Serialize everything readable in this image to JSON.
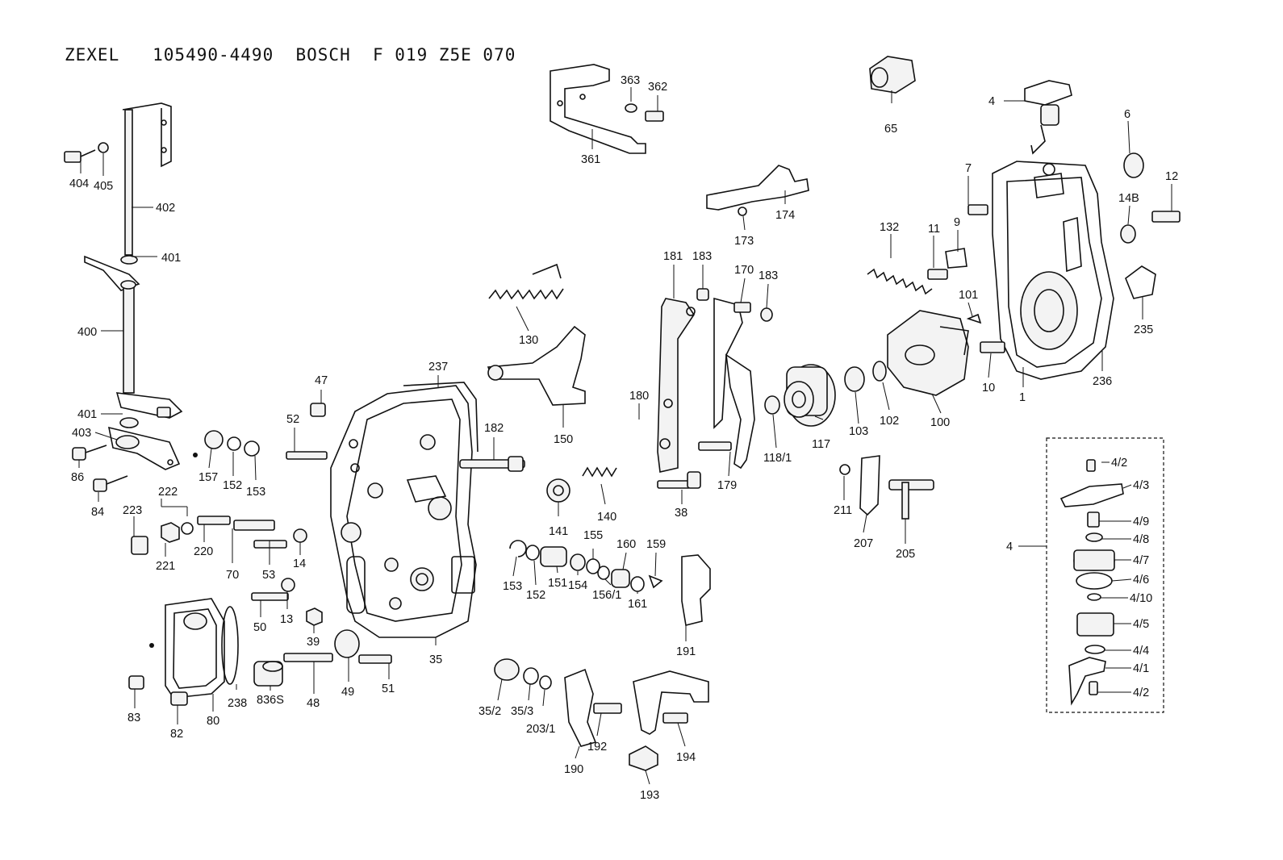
{
  "title": "ZEXEL   105490-4490  BOSCH  F 019 Z5E 070",
  "labels": {
    "l1": "1",
    "l4": "4",
    "l4b": "4",
    "l6": "6",
    "l7": "7",
    "l9": "9",
    "l10": "10",
    "l11": "11",
    "l12": "12",
    "l13": "13",
    "l14": "14",
    "l14b": "14B",
    "l35": "35",
    "l35_2": "35/2",
    "l35_3": "35/3",
    "l38": "38",
    "l39": "39",
    "l47": "47",
    "l48": "48",
    "l49": "49",
    "l50": "50",
    "l51": "51",
    "l52": "52",
    "l53": "53",
    "l65": "65",
    "l70": "70",
    "l80": "80",
    "l82": "82",
    "l83": "83",
    "l84": "84",
    "l86": "86",
    "l100": "100",
    "l101": "101",
    "l102": "102",
    "l103": "103",
    "l117": "117",
    "l118_1": "118/1",
    "l130": "130",
    "l132": "132",
    "l140": "140",
    "l141": "141",
    "l150": "150",
    "l151": "151",
    "l152a": "152",
    "l152b": "152",
    "l153a": "153",
    "l153b": "153",
    "l154": "154",
    "l155": "155",
    "l156_1": "156/1",
    "l157": "157",
    "l159": "159",
    "l160": "160",
    "l161": "161",
    "l170": "170",
    "l173": "173",
    "l174": "174",
    "l179": "179",
    "l180": "180",
    "l181": "181",
    "l182": "182",
    "l183a": "183",
    "l183b": "183",
    "l190": "190",
    "l191": "191",
    "l192": "192",
    "l193": "193",
    "l194": "194",
    "l203_1": "203/1",
    "l205": "205",
    "l207": "207",
    "l211": "211",
    "l220": "220",
    "l221": "221",
    "l222": "222",
    "l223": "223",
    "l235": "235",
    "l236": "236",
    "l237": "237",
    "l238": "238",
    "l361": "361",
    "l362": "362",
    "l363": "363",
    "l400": "400",
    "l401a": "401",
    "l401b": "401",
    "l402": "402",
    "l403": "403",
    "l404": "404",
    "l405": "405",
    "l836s": "836S",
    "l4_2a": "4/2",
    "l4_3": "4/3",
    "l4_9": "4/9",
    "l4_8": "4/8",
    "l4_7": "4/7",
    "l4_6": "4/6",
    "l4_10": "4/10",
    "l4_5": "4/5",
    "l4_4": "4/4",
    "l4_1": "4/1",
    "l4_2b": "4/2"
  }
}
